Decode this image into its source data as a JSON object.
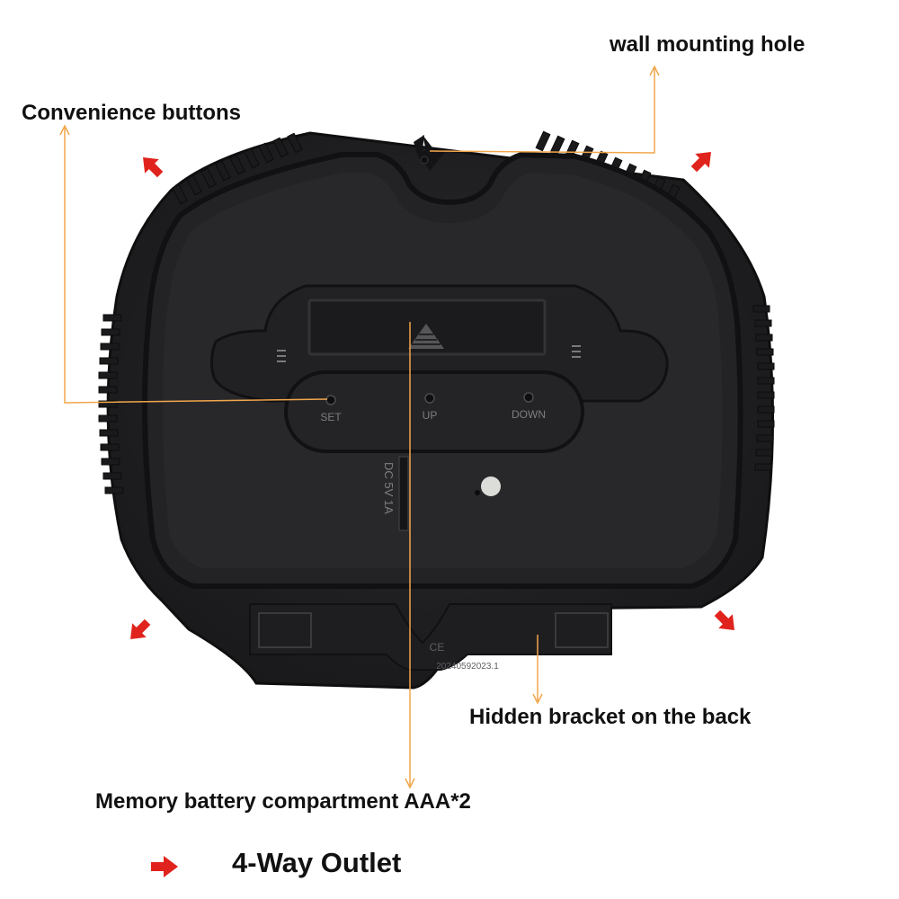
{
  "callouts": {
    "wall_mounting_hole": "wall mounting hole",
    "convenience_buttons": "Convenience buttons",
    "hidden_bracket": "Hidden bracket on the back",
    "battery_compartment": "Memory battery compartment AAA*2",
    "legend": "4-Way Outlet"
  },
  "device": {
    "buttons": [
      "SET",
      "UP",
      "DOWN"
    ],
    "power_label": "DC 5V 1A",
    "serial": "20240592023.1",
    "ce_mark": "CE"
  },
  "colors": {
    "body": "#1f1f22",
    "leader_line": "#f2a64a",
    "outlet_arrow": "#e0231c"
  },
  "icons": {
    "legend_arrow": "red-right-arrow",
    "outlet_arrows": "red-diagonal-arrow"
  }
}
